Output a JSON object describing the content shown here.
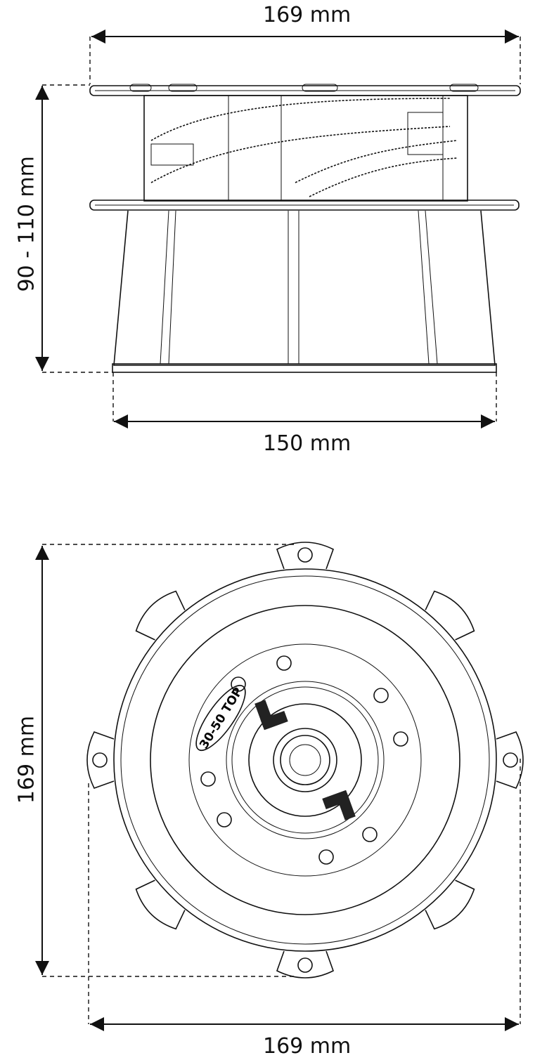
{
  "side_view": {
    "top_width_label": "169 mm",
    "height_label": "90 - 110 mm",
    "base_width_label": "150 mm"
  },
  "top_view": {
    "height_label": "169 mm",
    "width_label": "169 mm",
    "imprint_text": "30-50 TOP"
  }
}
